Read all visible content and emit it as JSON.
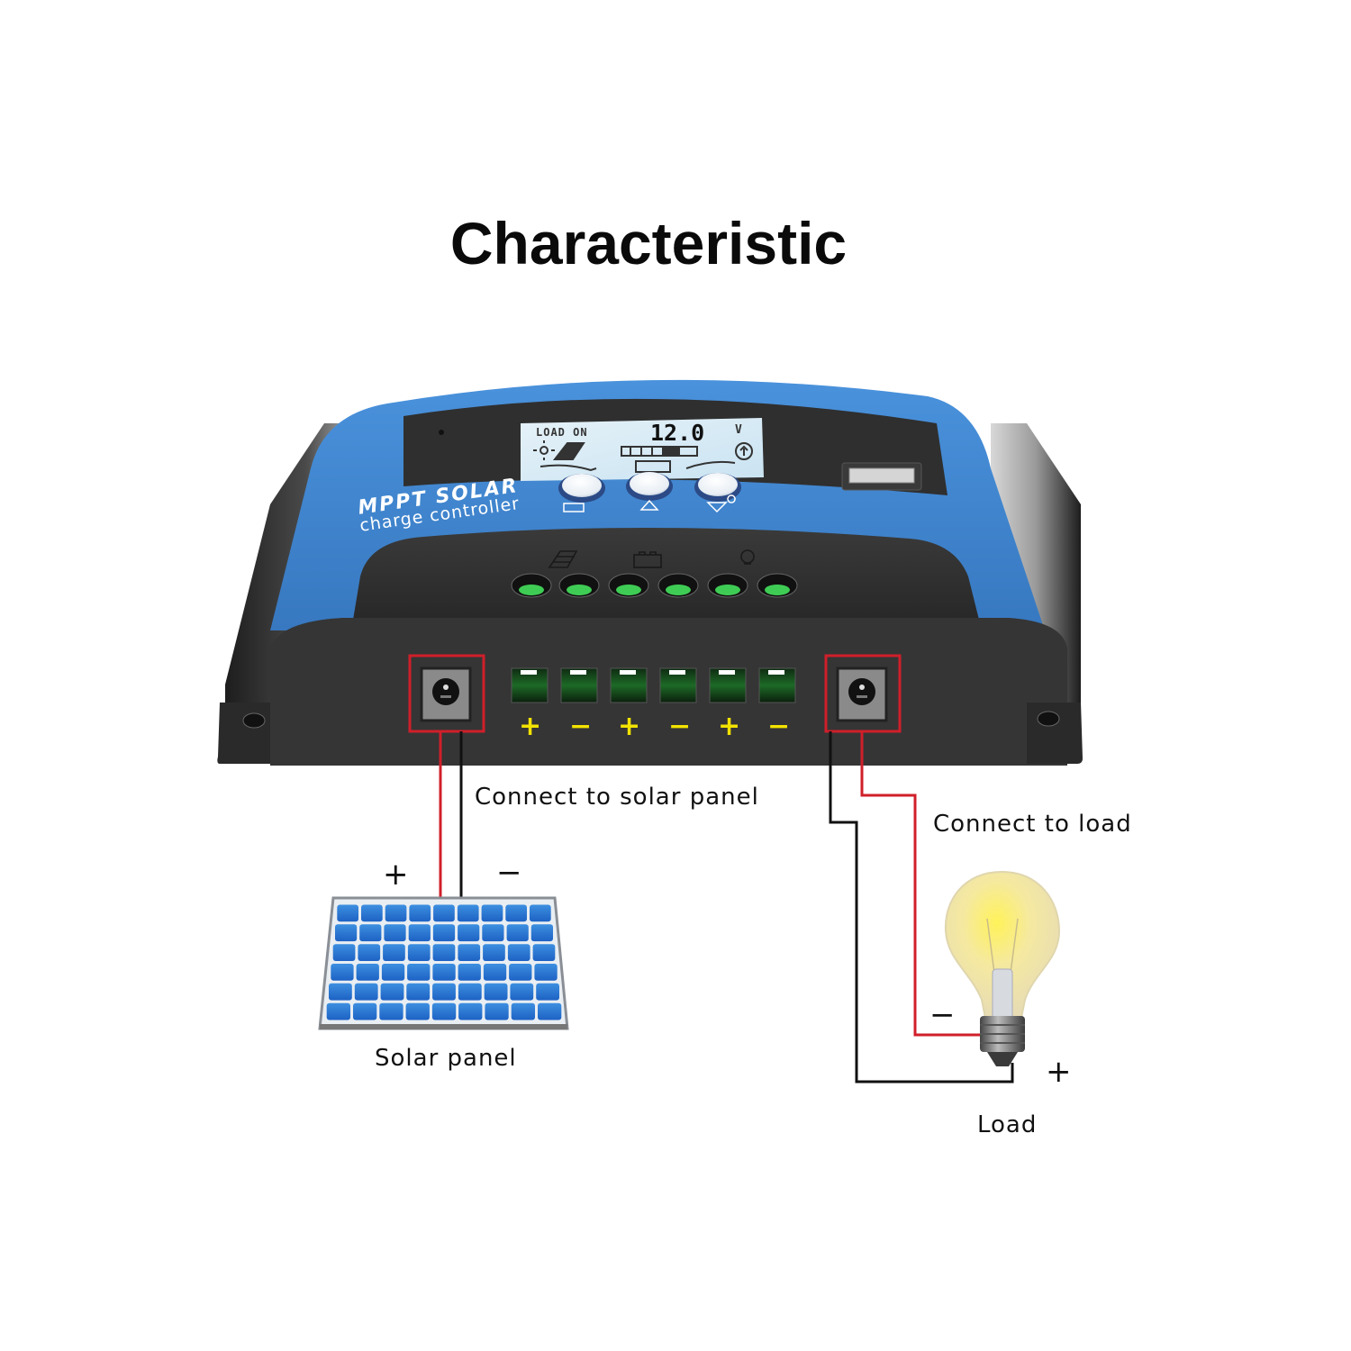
{
  "title": "Characteristic",
  "device": {
    "brand_line1": "MPPT SOLAR",
    "brand_line2": "charge controller",
    "lcd": {
      "status": "LOAD ON",
      "voltage": "12.0",
      "unit": "V",
      "icons": [
        "sun-icon",
        "solar-panel-icon",
        "battery-icon",
        "bulb-icon",
        "arrow-left-icon",
        "battery-face-icon",
        "arrow-right-icon"
      ]
    },
    "buttons": [
      {
        "name": "menu-button",
        "icon": "menu-icon"
      },
      {
        "name": "plus-button",
        "icon": "plus-icon",
        "glyph": "+"
      },
      {
        "name": "minus-bulb-button",
        "icon": "minus-bulb-icon",
        "glyph": "−/💡"
      }
    ],
    "top_terminal_group_icons": [
      "solar-panel-icon",
      "battery-icon",
      "bulb-icon"
    ],
    "front_terminals": [
      {
        "sign": "+"
      },
      {
        "sign": "−"
      },
      {
        "sign": "+"
      },
      {
        "sign": "−"
      },
      {
        "sign": "+"
      },
      {
        "sign": "−"
      }
    ],
    "usb_port": "usb-port",
    "colors": {
      "body_blue": "#3f86d0",
      "housing_dark": "#2e2e2e",
      "terminal_green": "#2bb84a",
      "highlight_red": "#d01f2a",
      "sign_yellow": "#f2e200",
      "lcd_bg": "#d9ecf6"
    }
  },
  "solar_side": {
    "caption": "Connect to solar panel",
    "plus": "+",
    "minus": "−",
    "panel_label": "Solar panel"
  },
  "load_side": {
    "caption": "Connect to load",
    "plus": "+",
    "minus": "−",
    "load_label": "Load"
  }
}
